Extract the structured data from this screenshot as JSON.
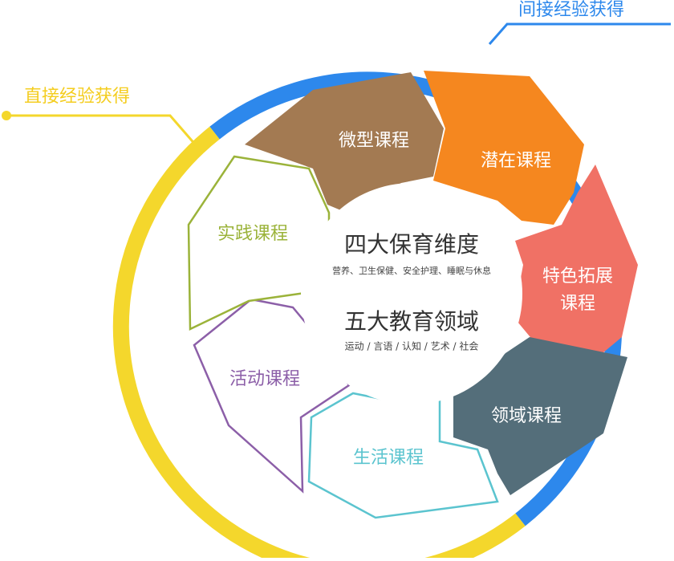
{
  "external_labels": {
    "indirect": "间接经验获得",
    "direct": "直接经验获得"
  },
  "segments": [
    {
      "id": "micro",
      "label": "微型课程",
      "color": "#a37a52",
      "filled": true
    },
    {
      "id": "hidden",
      "label": "潜在课程",
      "color": "#f5871f",
      "filled": true
    },
    {
      "id": "special",
      "label": "特色拓展\n课程",
      "color": "#f07165",
      "filled": true
    },
    {
      "id": "domain",
      "label": "领域课程",
      "color": "#546e7a",
      "filled": true
    },
    {
      "id": "life",
      "label": "生活课程",
      "color": "#5bc4cf",
      "filled": false
    },
    {
      "id": "activity",
      "label": "活动课程",
      "color": "#8c5fa8",
      "filled": false
    },
    {
      "id": "practice",
      "label": "实践课程",
      "color": "#9bb33a",
      "filled": false
    }
  ],
  "center": {
    "title1": "四大保育维度",
    "subtitle1": "营养、卫生保健、安全护理、睡眠与休息",
    "title2": "五大教育领域",
    "subtitle2": "运动 / 言语 / 认知 / 艺术 / 社会"
  },
  "colors": {
    "ring_blue": "#2d88ec",
    "ring_yellow": "#f4d72c"
  }
}
